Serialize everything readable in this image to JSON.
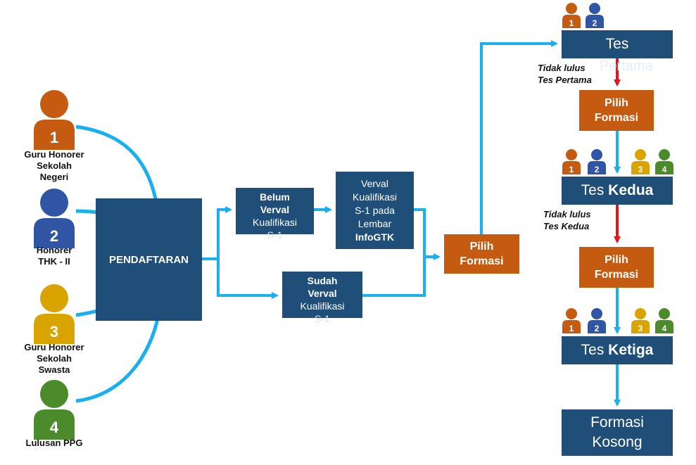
{
  "participants": [
    {
      "number": "1",
      "label_lines": [
        "Guru Honorer",
        "Sekolah",
        "Negeri"
      ],
      "color": "#c55a11"
    },
    {
      "number": "2",
      "label_lines": [
        "Honorer",
        "THK - II"
      ],
      "color": "#2f55a4"
    },
    {
      "number": "3",
      "label_lines": [
        "Guru Honorer",
        "Sekolah",
        "Swasta"
      ],
      "color": "#d9a300"
    },
    {
      "number": "4",
      "label_lines": [
        "Lulusan PPG"
      ],
      "color": "#4c8b2b"
    }
  ],
  "boxes": {
    "pendaftaran": "PENDAFTARAN",
    "belum_verval": {
      "bold_lines": [
        "Belum",
        "Verval"
      ],
      "normal_lines": [
        "Kualifikasi",
        "S-1"
      ]
    },
    "sudah_verval": {
      "bold_lines": [
        "Sudah",
        "Verval"
      ],
      "normal_lines": [
        "Kualifikasi",
        "S-1"
      ]
    },
    "verval_infogtk": {
      "normal_lines": [
        "Verval",
        "Kualifikasi",
        "S-1 pada",
        "Lembar"
      ],
      "bold_lines": [
        "InfoGTK"
      ]
    },
    "pilih_formasi_main": [
      "Pilih",
      "Formasi"
    ],
    "tes_pertama": {
      "prefix": "Tes",
      "suffix": "Pertama"
    },
    "pilih_formasi_1": [
      "Pilih",
      "Formasi"
    ],
    "tes_kedua": {
      "prefix": "Tes",
      "suffix": "Kedua"
    },
    "pilih_formasi_2": [
      "Pilih",
      "Formasi"
    ],
    "tes_ketiga": {
      "prefix": "Tes",
      "suffix": "Ketiga"
    },
    "formasi_kosong": [
      "Formasi",
      "Kosong"
    ]
  },
  "notes": {
    "tidak_lulus_pertama": [
      "Tidak lulus",
      "Tes Pertama"
    ],
    "tidak_lulus_kedua": [
      "Tidak lulus",
      "Tes Kedua"
    ]
  },
  "colors": {
    "navy": "#1f4e79",
    "orange": "#c55a11",
    "arrow_blue": "#1ab0f0",
    "arrow_red": "#e8141b"
  }
}
